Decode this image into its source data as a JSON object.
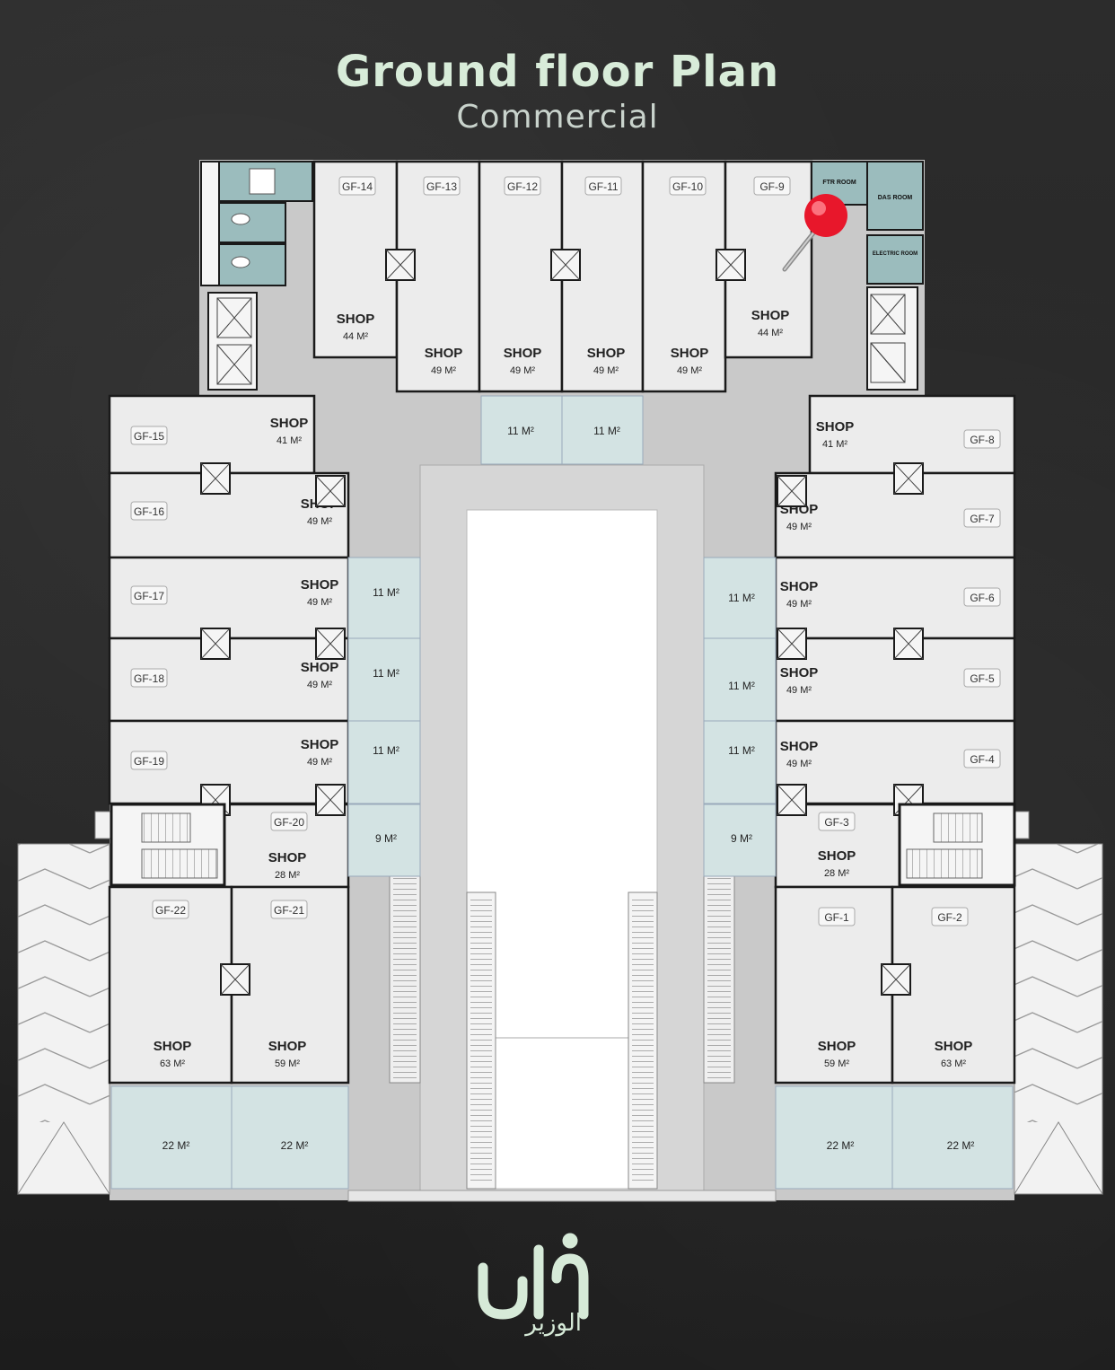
{
  "header": {
    "title": "Ground floor Plan",
    "subtitle": "Commercial"
  },
  "colors": {
    "background": "#262626",
    "title": "#d8ecd9",
    "shop_fill": "#ececec",
    "corridor_fill": "#c9c9c9",
    "kiosk_fill": "#d3e3e3",
    "service_fill": "#9bbcbd",
    "wall": "#1a1a1a",
    "pin": "#e8172b"
  },
  "units": [
    {
      "id": "GF-14",
      "type": "SHOP",
      "area": "44 M²"
    },
    {
      "id": "GF-13",
      "type": "SHOP",
      "area": "49 M²"
    },
    {
      "id": "GF-12",
      "type": "SHOP",
      "area": "49 M²"
    },
    {
      "id": "GF-11",
      "type": "SHOP",
      "area": "49 M²"
    },
    {
      "id": "GF-10",
      "type": "SHOP",
      "area": "49 M²"
    },
    {
      "id": "GF-9",
      "type": "SHOP",
      "area": "44 M²"
    },
    {
      "id": "GF-15",
      "type": "SHOP",
      "area": "41 M²"
    },
    {
      "id": "GF-16",
      "type": "SHOP",
      "area": "49 M²"
    },
    {
      "id": "GF-17",
      "type": "SHOP",
      "area": "49 M²"
    },
    {
      "id": "GF-18",
      "type": "SHOP",
      "area": "49 M²"
    },
    {
      "id": "GF-19",
      "type": "SHOP",
      "area": "49 M²"
    },
    {
      "id": "GF-20",
      "type": "SHOP",
      "area": "28 M²"
    },
    {
      "id": "GF-22",
      "type": "SHOP",
      "area": "63 M²"
    },
    {
      "id": "GF-21",
      "type": "SHOP",
      "area": "59 M²"
    },
    {
      "id": "GF-8",
      "type": "SHOP",
      "area": "41 M²"
    },
    {
      "id": "GF-7",
      "type": "SHOP",
      "area": "49 M²"
    },
    {
      "id": "GF-6",
      "type": "SHOP",
      "area": "49 M²"
    },
    {
      "id": "GF-5",
      "type": "SHOP",
      "area": "49 M²"
    },
    {
      "id": "GF-4",
      "type": "SHOP",
      "area": "49 M²"
    },
    {
      "id": "GF-3",
      "type": "SHOP",
      "area": "28 M²"
    },
    {
      "id": "GF-1",
      "type": "SHOP",
      "area": "59 M²"
    },
    {
      "id": "GF-2",
      "type": "SHOP",
      "area": "63 M²"
    }
  ],
  "kiosks": [
    "11 M²",
    "11 M²",
    "11 M²",
    "11 M²",
    "11 M²",
    "11 M²",
    "11 M²",
    "11 M²",
    "9 M²",
    "9 M²",
    "22 M²",
    "22 M²",
    "22 M²",
    "22 M²"
  ],
  "service_rooms": [
    "FTR ROOM",
    "DAS ROOM",
    "ELECTRIC ROOM"
  ],
  "brand": {
    "latin_mark": "فان",
    "arabic_name": "الوزير"
  }
}
